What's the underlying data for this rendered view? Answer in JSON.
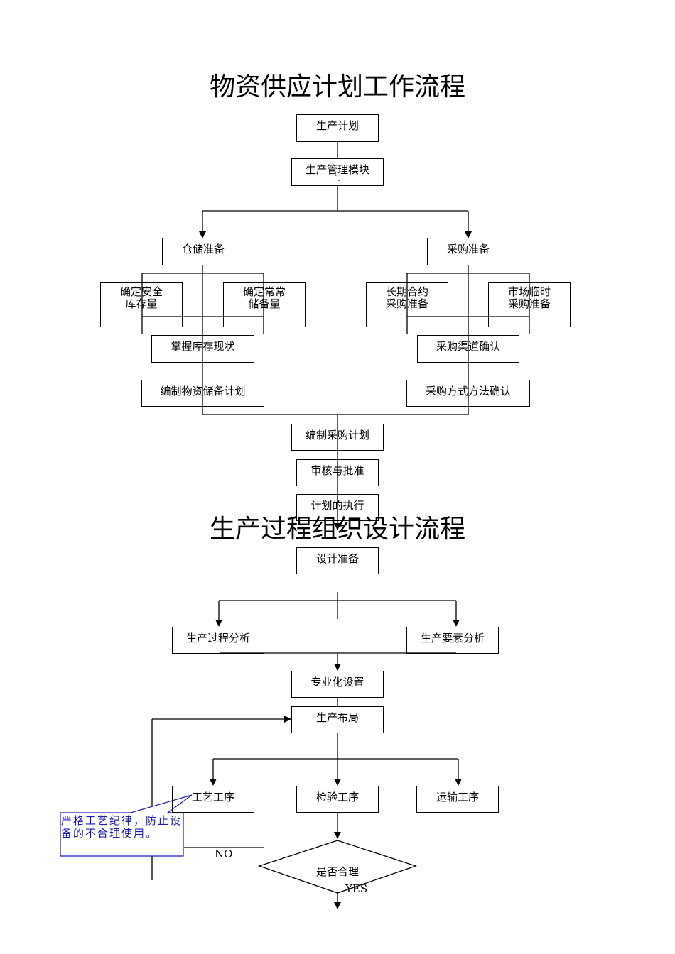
{
  "flow1": {
    "title": "物资供应计划工作流程",
    "production_plan": "生产计划",
    "production_mgmt_module": "生产管理模块",
    "module_suffix": "门",
    "warehouse_prep": "仓储准备",
    "purchase_prep": "采购准备",
    "safety_stock": [
      "确定安全",
      "库存量"
    ],
    "regular_reserve": [
      "确定常常",
      "储备量"
    ],
    "long_term": [
      "长期合约",
      "采购准备"
    ],
    "market_temp": [
      "市场临时",
      "采购准备"
    ],
    "grasp_inventory": "掌握库存现状",
    "purchase_channel": "采购渠道确认",
    "compile_reserve_plan": "编制物资储备计划",
    "purchase_method": "采购方式方法确认",
    "compile_purchase_plan": "编制采购计划",
    "review_approve": "审核与批准",
    "execute_plan": "计划的执行"
  },
  "flow2": {
    "title": "生产过程组织设计流程",
    "design_prep": "设计准备",
    "process_analysis": "生产过程分析",
    "factor_analysis": "生产要素分析",
    "specialization": "专业化设置",
    "layout": "生产布局",
    "craft_process": "工艺工序",
    "inspection_process": "检验工序",
    "transport_process": "运输工序",
    "reasonable": "是否合理",
    "no_label": "NO",
    "yes_label": "YES",
    "callout": "严格工艺纪律，防止设备的不合理使用。"
  }
}
